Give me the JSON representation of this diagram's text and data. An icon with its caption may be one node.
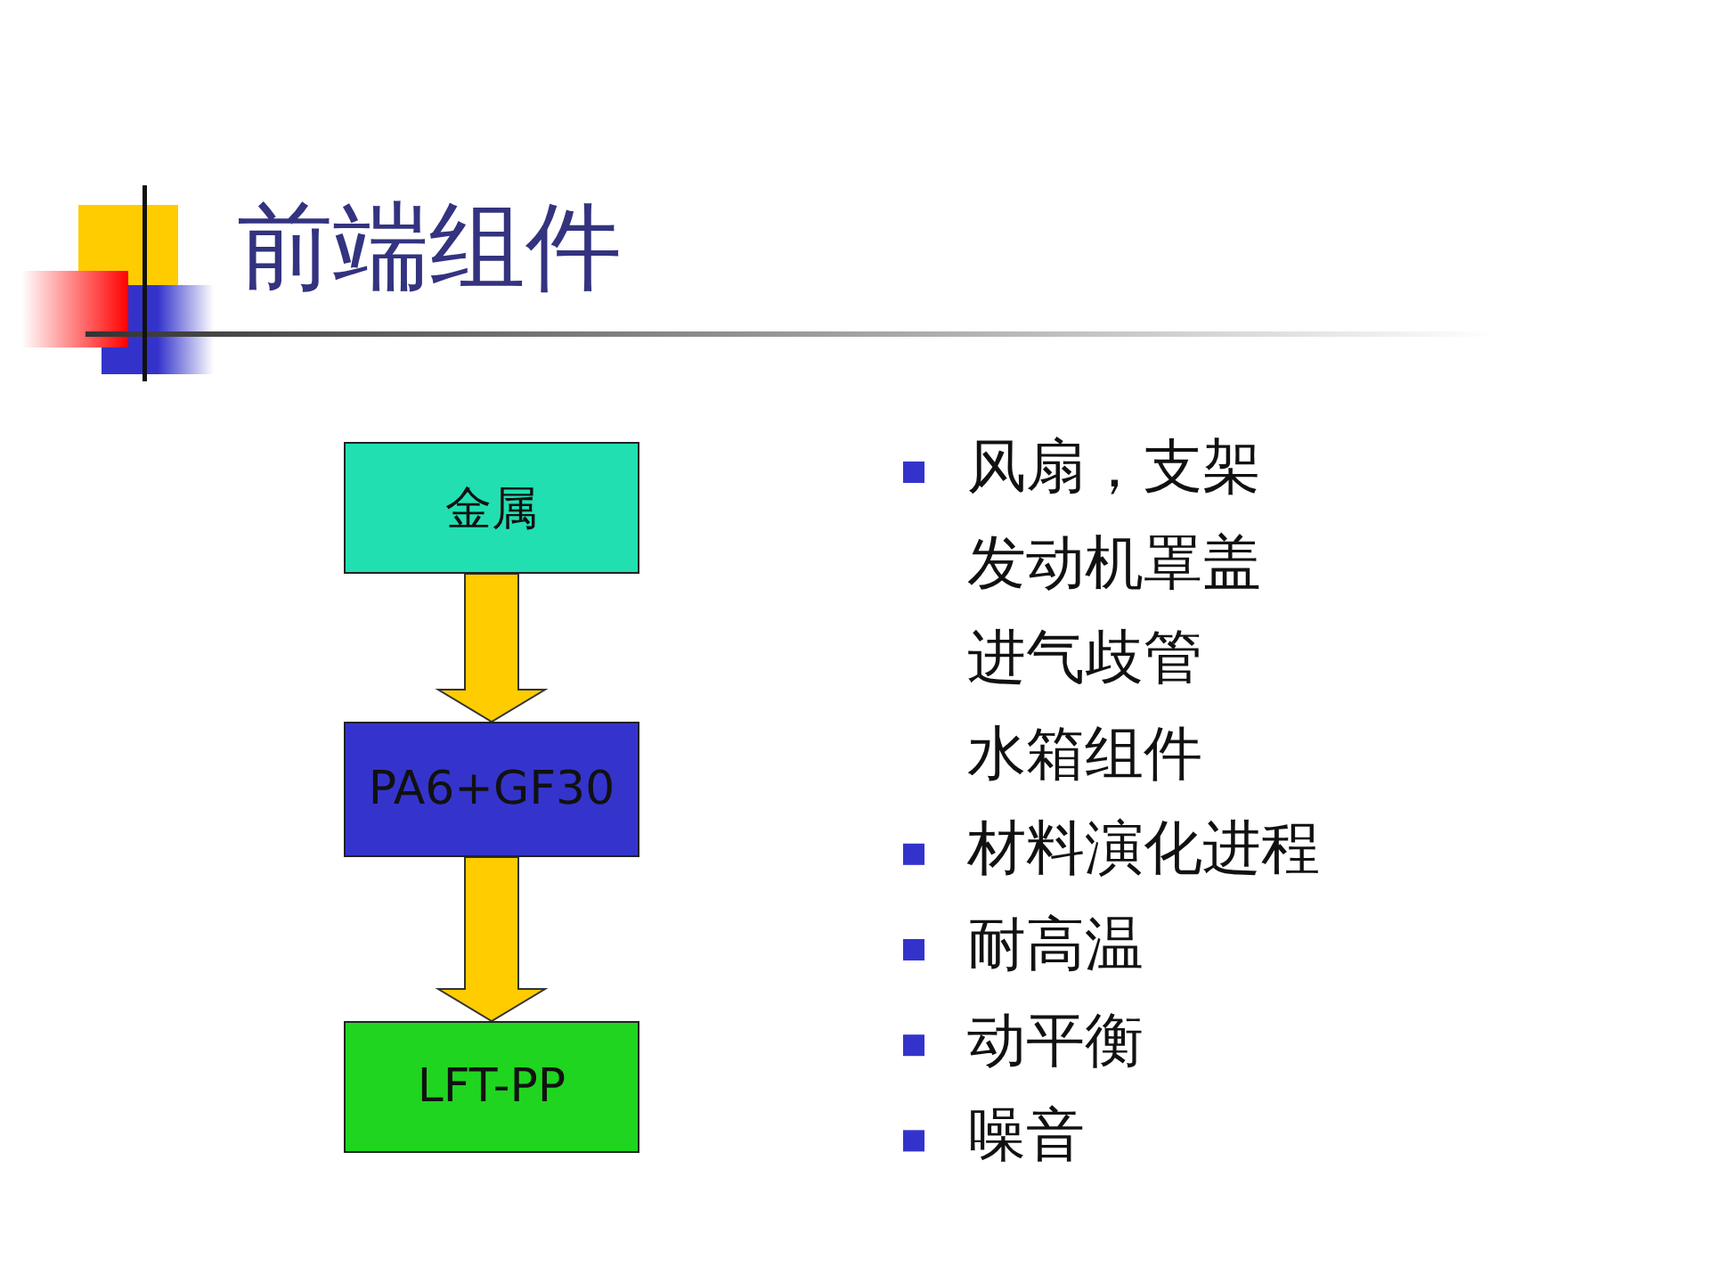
{
  "diagram": {
    "title": "前端组件",
    "nodes": [
      {
        "text": [
          "金属"
        ]
      },
      {
        "text": [
          "PA6+GF30"
        ]
      },
      {
        "text": [
          "LFT-PP"
        ]
      }
    ],
    "edges": [
      {
        "from": 0,
        "to": 1,
        "arrow": "to"
      },
      {
        "from": 1,
        "to": 2,
        "arrow": "to"
      }
    ],
    "labels": [
      "风扇，支架",
      "发动机罩盖",
      "进气歧管",
      "水箱组件",
      "材料演化进程",
      "耐高温",
      "动平衡",
      "噪音"
    ]
  }
}
